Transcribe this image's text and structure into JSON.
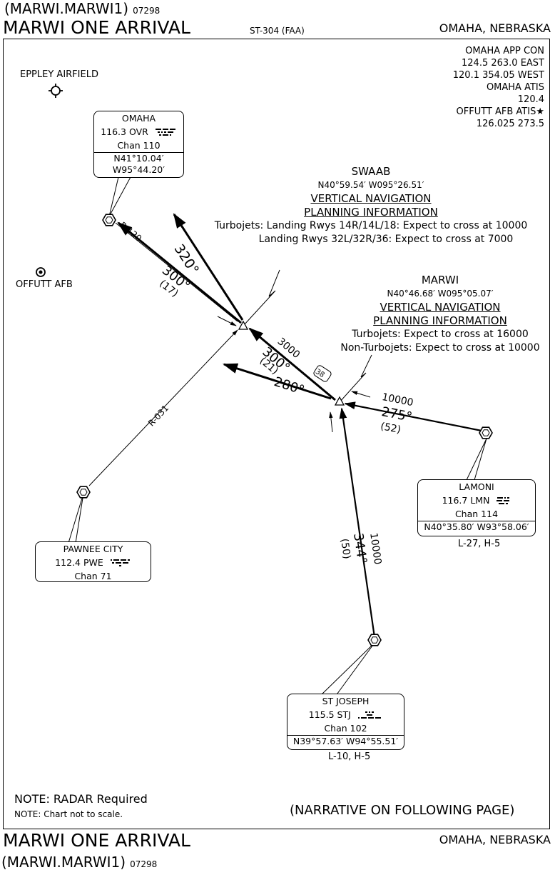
{
  "header": {
    "code": "(MARWI.MARWI1)",
    "number": "07298",
    "title": "MARWI ONE ARRIVAL",
    "procedure_id": "ST-304 (FAA)",
    "location": "OMAHA, NEBRASKA"
  },
  "footer": {
    "title": "MARWI ONE ARRIVAL",
    "location": "OMAHA, NEBRASKA",
    "code": "(MARWI.MARWI1)",
    "number": "07298"
  },
  "frequencies": [
    "OMAHA APP CON",
    "124.5  263.0 EAST",
    "120.1  354.05 WEST",
    "OMAHA ATIS",
    "120.4",
    "OFFUTT AFB ATIS★",
    "126.025  273.5"
  ],
  "airports": {
    "eppley": "EPPLEY AIRFIELD",
    "offutt": "OFFUTT AFB"
  },
  "navaids": {
    "omaha": {
      "name": "OMAHA",
      "freq": "116.3  OVR",
      "chan": "Chan 110",
      "lat": "N41°10.04′",
      "lon": "W95°44.20′"
    },
    "lamoni": {
      "name": "LAMONI",
      "freq": "116.7  LMN",
      "chan": "Chan 114",
      "coord": "N40°35.80′ W93°58.06′",
      "charts": "L-27, H-5"
    },
    "pawnee": {
      "name": "PAWNEE CITY",
      "freq": "112.4   PWE",
      "chan": "Chan 71"
    },
    "stjoseph": {
      "name": "ST JOSEPH",
      "freq": "115.5  STJ",
      "chan": "Chan 102",
      "coord": "N39°57.63′ W94°55.51′",
      "charts": "L-10, H-5"
    }
  },
  "fixes": {
    "swaab": {
      "name": "SWAAB",
      "coord": "N40°59.54′ W095°26.51′",
      "heading1": "VERTICAL NAVIGATION",
      "heading2": "PLANNING INFORMATION",
      "line1": "Turbojets: Landing Rwys 14R/14L/18: Expect to cross at 10000",
      "line2": "Landing Rwys 32L/32R/36: Expect to cross at 7000"
    },
    "marwi": {
      "name": "MARWI",
      "coord": "N40°46.68′ W095°05.07′",
      "heading1": "VERTICAL NAVIGATION",
      "heading2": "PLANNING INFORMATION",
      "line1": "Turbojets: Expect to cross at 16000",
      "line2": "Non-Turbojets: Expect to cross at 10000"
    }
  },
  "routes": {
    "radial_omaha": "R-120",
    "radial_pawnee": "R-031",
    "omaha_course": "320°",
    "swaab_omaha_course": "300°",
    "swaab_omaha_dist": "(17)",
    "marwi_swaab_alt": "3000",
    "marwi_swaab_course": "300°",
    "marwi_swaab_dist": "(21)",
    "marwi_west_course": "280°",
    "marwi_dme": "38",
    "lamoni_alt": "10000",
    "lamoni_course": "275°",
    "lamoni_dist": "(52)",
    "stj_alt": "10000",
    "stj_course": "344°",
    "stj_dist": "(50)"
  },
  "notes": {
    "radar": "NOTE:  RADAR Required",
    "scale": "NOTE: Chart not to scale.",
    "narrative": "(NARRATIVE ON FOLLOWING PAGE)"
  }
}
